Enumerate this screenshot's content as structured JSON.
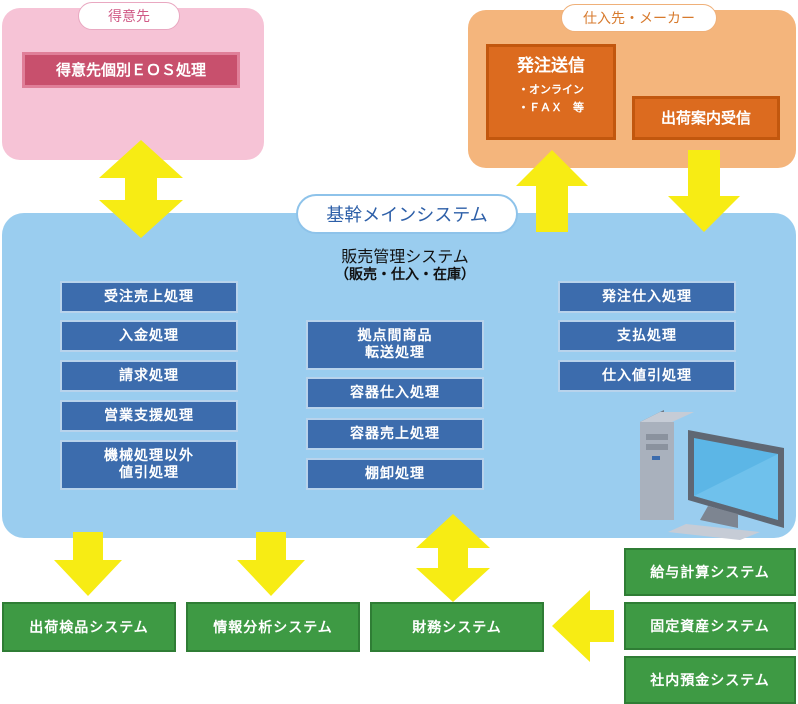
{
  "customer": {
    "label": "得意先",
    "eos_box": "得意先個別ＥＯＳ処理"
  },
  "supplier": {
    "label": "仕入先・メーカー",
    "order_send": {
      "title": "発注送信",
      "line1": "・オンライン",
      "line2": "・ＦＡＸ　等"
    },
    "shipment_receive": "出荷案内受信"
  },
  "core": {
    "label": "基幹メインシステム",
    "title_line1": "販売管理システム",
    "title_line2": "（販売・仕入・在庫）",
    "left_column": [
      "受注売上処理",
      "入金処理",
      "請求処理",
      "営業支援処理",
      "機械処理以外\n値引処理"
    ],
    "center_column": [
      "拠点間商品\n転送処理",
      "容器仕入処理",
      "容器売上処理",
      "棚卸処理"
    ],
    "right_column": [
      "発注仕入処理",
      "支払処理",
      "仕入値引処理"
    ]
  },
  "bottom_systems": [
    "出荷検品システム",
    "情報分析システム",
    "財務システム"
  ],
  "side_systems": [
    "給与計算システム",
    "固定資産システム",
    "社内預金システム"
  ],
  "colors": {
    "pink_panel": "#f6c3d6",
    "orange_panel": "#f4b57c",
    "blue_panel": "#9acdef",
    "arrow": "#f7ec14",
    "navy_box": "#3c6cad",
    "green_box": "#3e9a44"
  }
}
